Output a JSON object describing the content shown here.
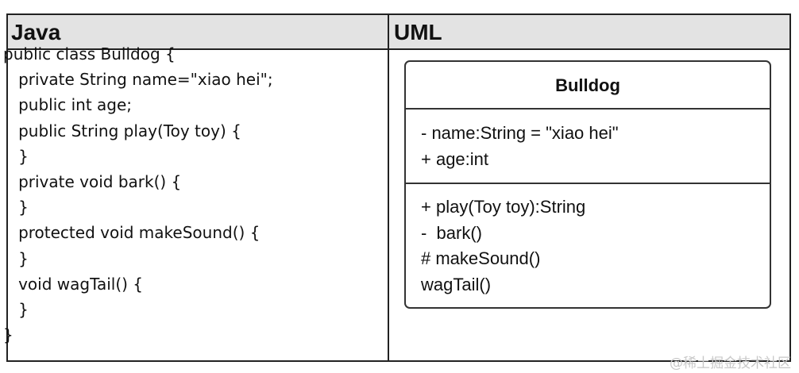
{
  "table": {
    "headers": {
      "java": "Java",
      "uml": "UML"
    }
  },
  "java_code": [
    "public class Bulldog {",
    "   private String name=\"xiao hei\";",
    "   public int age;",
    "   public String play(Toy toy) {",
    "   }",
    "   private void bark() {",
    "   }",
    "   protected void makeSound() {",
    "   }",
    "   void wagTail() {",
    "   }",
    "}"
  ],
  "uml_class": {
    "name": "Bulldog",
    "attributes": [
      "- name:String = \"xiao hei\"",
      "+ age:int"
    ],
    "methods": [
      "+ play(Toy toy):String",
      "-  bark()",
      "# makeSound()",
      "wagTail()"
    ]
  },
  "watermark": "@稀土掘金技术社区"
}
